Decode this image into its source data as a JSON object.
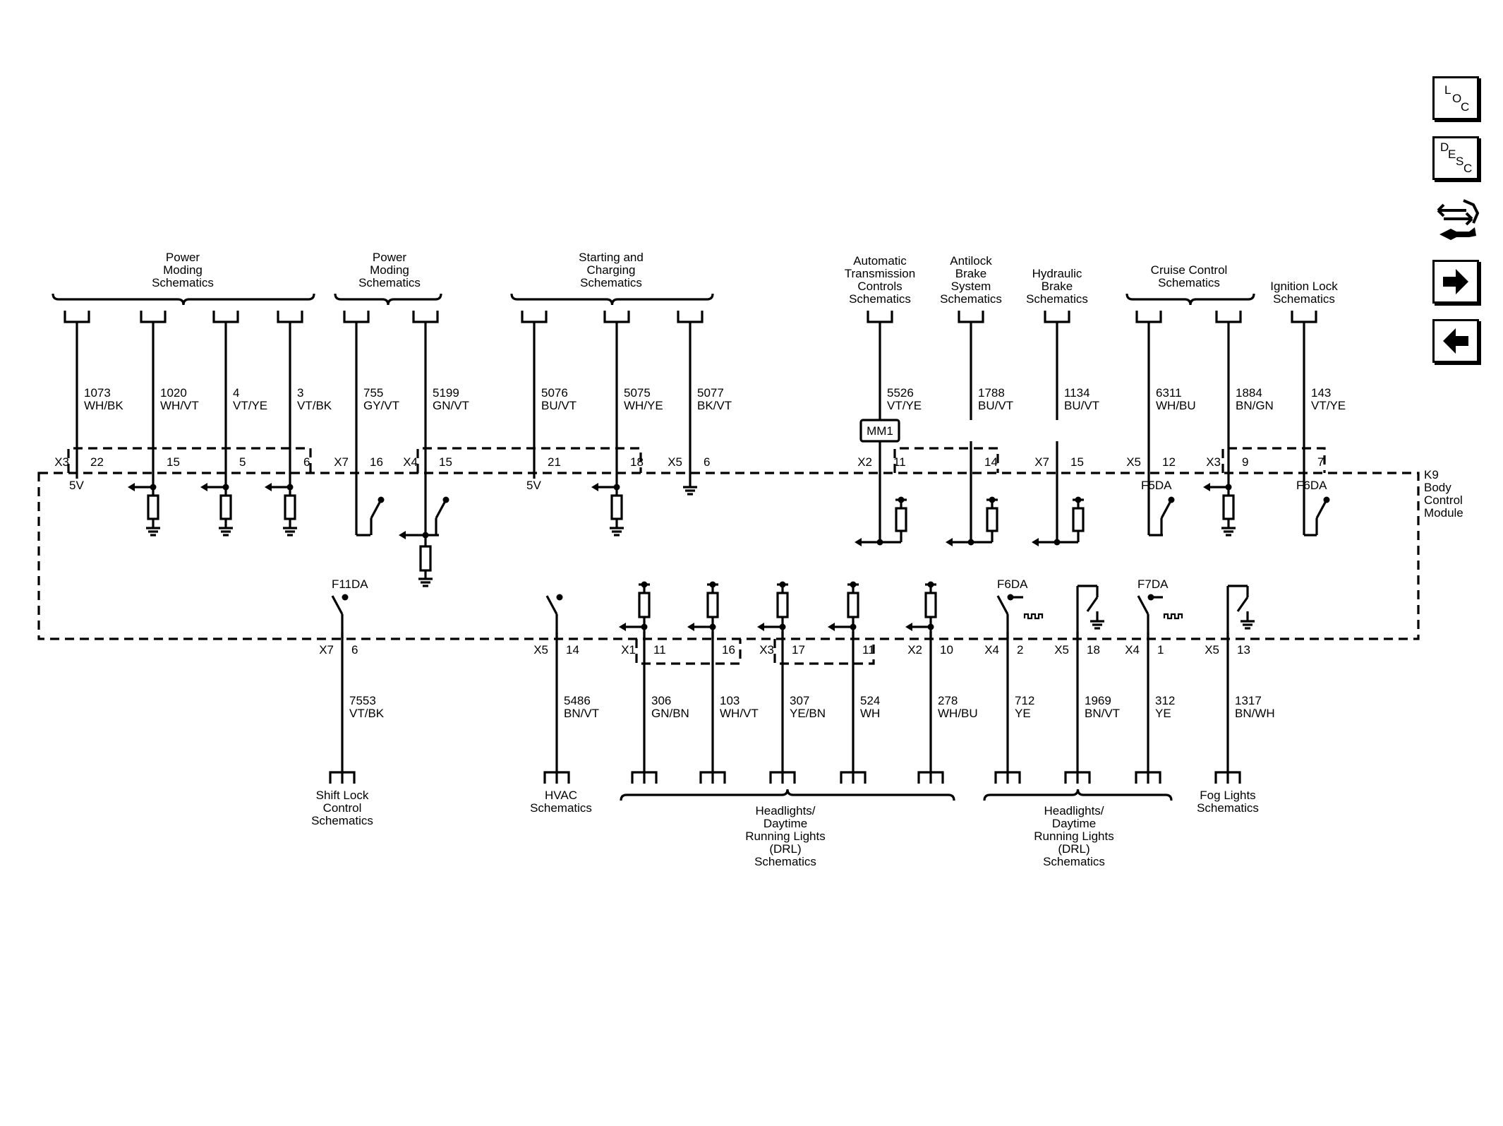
{
  "nav": {
    "loc_letters": [
      "L",
      "O",
      "C"
    ],
    "desc_letters": [
      "D",
      "E",
      "S",
      "C"
    ],
    "diag_icon": "wiring-diagnostic-icon",
    "next_icon": "arrow-right-icon",
    "prev_icon": "arrow-left-icon"
  },
  "module": {
    "name_lines": [
      "K9",
      "Body",
      "Control",
      "Module"
    ]
  },
  "top_systems": [
    {
      "id": "pm1",
      "lines": [
        "Power",
        "Moding",
        "Schematics"
      ]
    },
    {
      "id": "pm2",
      "lines": [
        "Power",
        "Moding",
        "Schematics"
      ]
    },
    {
      "id": "sc",
      "lines": [
        "Starting and",
        "Charging",
        "Schematics"
      ]
    },
    {
      "id": "atc",
      "lines": [
        "Automatic",
        "Transmission",
        "Controls",
        "Schematics"
      ]
    },
    {
      "id": "abs",
      "lines": [
        "Antilock",
        "Brake",
        "System",
        "Schematics"
      ]
    },
    {
      "id": "hb",
      "lines": [
        "Hydraulic",
        "Brake",
        "Schematics"
      ]
    },
    {
      "id": "cc",
      "lines": [
        "Cruise Control",
        "Schematics"
      ]
    },
    {
      "id": "il",
      "lines": [
        "Ignition Lock",
        "Schematics"
      ]
    }
  ],
  "top_circuits": [
    {
      "circuit": "1073",
      "color": "WH/BK",
      "connector": "X3",
      "pin": "22",
      "note": "5V"
    },
    {
      "circuit": "1020",
      "color": "WH/VT",
      "connector": "",
      "pin": "15",
      "note": ""
    },
    {
      "circuit": "4",
      "color": "VT/YE",
      "connector": "",
      "pin": "5",
      "note": ""
    },
    {
      "circuit": "3",
      "color": "VT/BK",
      "connector": "",
      "pin": "6",
      "note": ""
    },
    {
      "circuit": "755",
      "color": "GY/VT",
      "connector": "X7",
      "pin": "16",
      "note": ""
    },
    {
      "circuit": "5199",
      "color": "GN/VT",
      "connector": "X4",
      "pin": "15",
      "note": ""
    },
    {
      "circuit": "5076",
      "color": "BU/VT",
      "connector": "",
      "pin": "21",
      "note": "5V"
    },
    {
      "circuit": "5075",
      "color": "WH/YE",
      "connector": "",
      "pin": "18",
      "note": ""
    },
    {
      "circuit": "5077",
      "color": "BK/VT",
      "connector": "X5",
      "pin": "6",
      "note": ""
    },
    {
      "circuit": "5526",
      "color": "VT/YE",
      "connector": "X2",
      "pin": "11",
      "note": ""
    },
    {
      "circuit": "1788",
      "color": "BU/VT",
      "connector": "",
      "pin": "14",
      "note": ""
    },
    {
      "circuit": "1134",
      "color": "BU/VT",
      "connector": "X7",
      "pin": "15",
      "note": ""
    },
    {
      "circuit": "6311",
      "color": "WH/BU",
      "connector": "X5",
      "pin": "12",
      "note": "F5DA"
    },
    {
      "circuit": "1884",
      "color": "BN/GN",
      "connector": "X3",
      "pin": "9",
      "note": ""
    },
    {
      "circuit": "143",
      "color": "VT/YE",
      "connector": "",
      "pin": "7",
      "note": "F6DA"
    }
  ],
  "inline_device": "MM1",
  "bottom_circuits": [
    {
      "circuit": "7553",
      "color": "VT/BK",
      "connector": "X7",
      "pin": "6",
      "note": "F11DA"
    },
    {
      "circuit": "5486",
      "color": "BN/VT",
      "connector": "X5",
      "pin": "14",
      "note": ""
    },
    {
      "circuit": "306",
      "color": "GN/BN",
      "connector": "X1",
      "pin": "11",
      "note": ""
    },
    {
      "circuit": "103",
      "color": "WH/VT",
      "connector": "",
      "pin": "16",
      "note": ""
    },
    {
      "circuit": "307",
      "color": "YE/BN",
      "connector": "X3",
      "pin": "17",
      "note": ""
    },
    {
      "circuit": "524",
      "color": "WH",
      "connector": "",
      "pin": "11",
      "note": ""
    },
    {
      "circuit": "278",
      "color": "WH/BU",
      "connector": "X2",
      "pin": "10",
      "note": ""
    },
    {
      "circuit": "712",
      "color": "YE",
      "connector": "X4",
      "pin": "2",
      "note": "F6DA"
    },
    {
      "circuit": "1969",
      "color": "BN/VT",
      "connector": "X5",
      "pin": "18",
      "note": ""
    },
    {
      "circuit": "312",
      "color": "YE",
      "connector": "X4",
      "pin": "1",
      "note": "F7DA"
    },
    {
      "circuit": "1317",
      "color": "BN/WH",
      "connector": "X5",
      "pin": "13",
      "note": ""
    }
  ],
  "bottom_systems": [
    {
      "id": "sl",
      "lines": [
        "Shift Lock",
        "Control",
        "Schematics"
      ]
    },
    {
      "id": "hvac",
      "lines": [
        "HVAC",
        "Schematics"
      ]
    },
    {
      "id": "hl1",
      "lines": [
        "Headlights/",
        "Daytime",
        "Running Lights",
        "(DRL)",
        "Schematics"
      ]
    },
    {
      "id": "hl2",
      "lines": [
        "Headlights/",
        "Daytime",
        "Running Lights",
        "(DRL)",
        "Schematics"
      ]
    },
    {
      "id": "fog",
      "lines": [
        "Fog Lights",
        "Schematics"
      ]
    }
  ]
}
